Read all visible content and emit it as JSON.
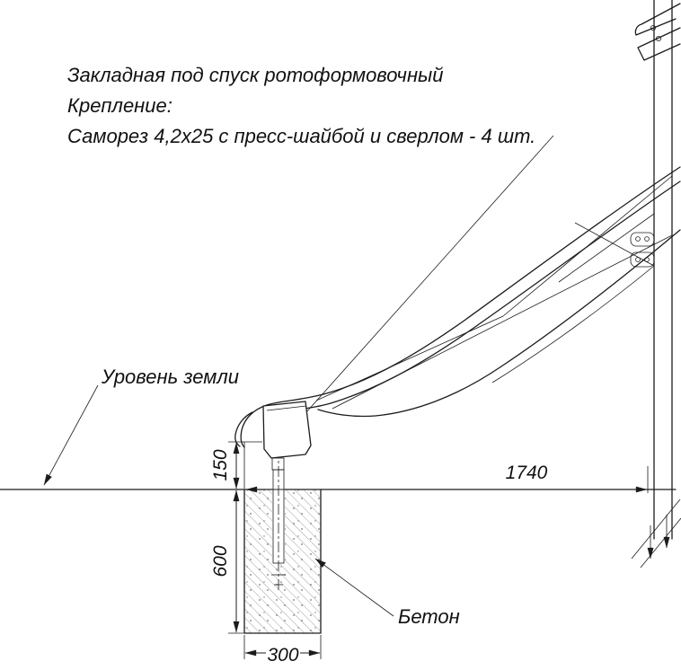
{
  "drawing": {
    "notes": {
      "line1": "Закладная под спуск ротоформовочный",
      "line2": "Крепление:",
      "line3": "Саморез 4,2х25 с пресс-шайбой и сверлом - 4 шт."
    },
    "labels": {
      "ground": "Уровень земли",
      "concrete": "Бетон"
    },
    "dims": {
      "height_above_ground": "150",
      "foundation_depth": "600",
      "foundation_width": "300",
      "span": "1740"
    },
    "colors": {
      "line": "#1c1c1c",
      "background": "#ffffff",
      "hatch": "#8a8a8a"
    }
  }
}
